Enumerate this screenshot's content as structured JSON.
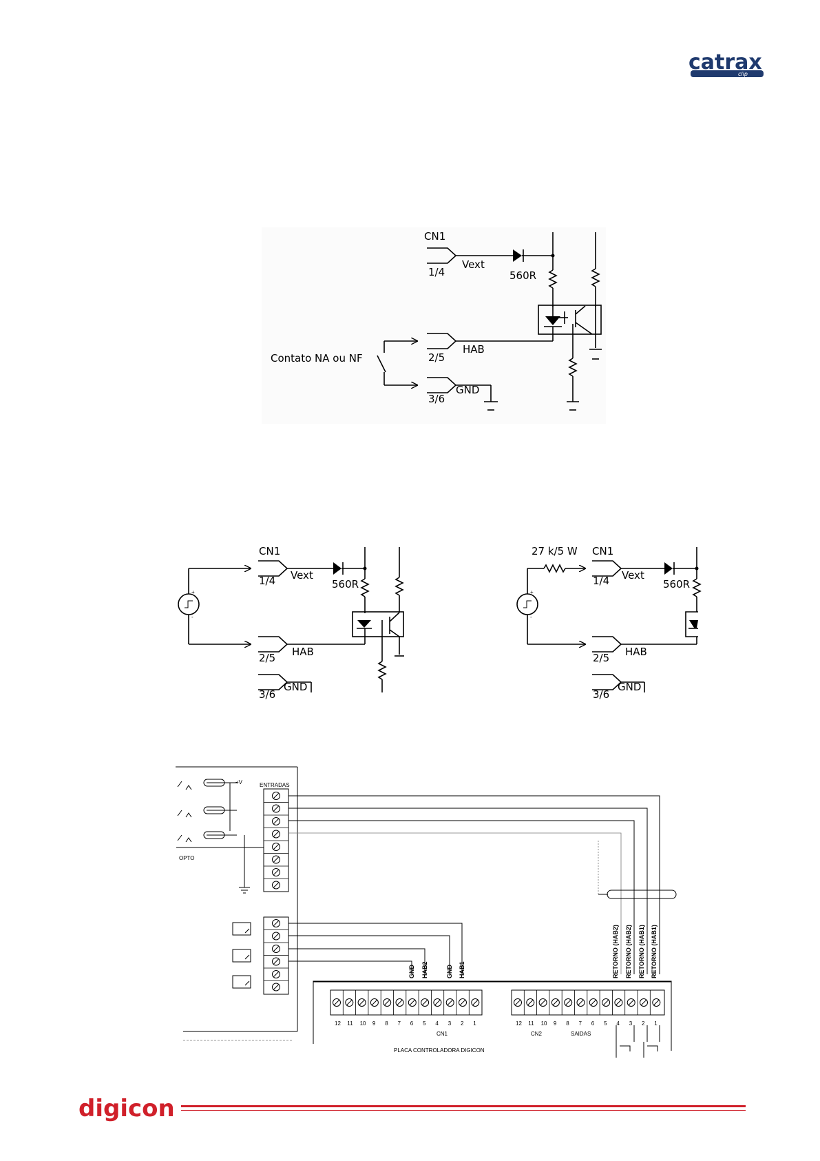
{
  "header": {
    "logo_text": "catrax",
    "logo_sub": "clip",
    "logo_color": "#1f3a6e"
  },
  "footer": {
    "logo_text": "digicon",
    "logo_color": "#d0202a",
    "rule_color": "#d0202a"
  },
  "circuit1": {
    "connector": "CN1",
    "pin_vext": "1/4",
    "vext": "Vext",
    "resistor": "560R",
    "pin_hab": "2/5",
    "hab": "HAB",
    "pin_gnd": "3/6",
    "gnd": "GND",
    "contact": "Contato NA ou NF"
  },
  "circuit2": {
    "connector": "CN1",
    "pin_vext": "1/4",
    "vext": "Vext",
    "resistor": "560R",
    "pin_hab": "2/5",
    "hab": "HAB",
    "pin_gnd": "3/6",
    "gnd": "GND",
    "src_plus": "+",
    "src_minus": "-"
  },
  "circuit3": {
    "series_resistor": "27 k/5 W",
    "connector": "CN1",
    "pin_vext": "1/4",
    "vext": "Vext",
    "resistor": "560R",
    "pin_hab": "2/5",
    "hab": "HAB",
    "pin_gnd": "3/6",
    "gnd": "GND",
    "src_plus": "+",
    "src_minus": "-"
  },
  "wiring": {
    "entradas": "ENTRADAS",
    "plus_v": "+V",
    "opto": "OPTO",
    "cn1_wires": [
      "GND",
      "HAB2",
      "GND",
      "HAB1"
    ],
    "retorno_wires": [
      "RETORNO (HAB2)",
      "RETORNO (HAB2)",
      "RETORNO (HAB1)",
      "RETORNO (HAB1)"
    ],
    "cn1_pins": [
      "12",
      "11",
      "10",
      "9",
      "8",
      "7",
      "6",
      "5",
      "4",
      "3",
      "2",
      "1"
    ],
    "cn2_pins": [
      "12",
      "11",
      "10",
      "9",
      "8",
      "7",
      "6",
      "5",
      "4",
      "3",
      "2",
      "1"
    ],
    "cn1_label": "CN1",
    "cn2_label": "CN2",
    "saidas_label": "SAIDAS",
    "board_label": "PLACA CONTROLADORA DIGICON"
  }
}
